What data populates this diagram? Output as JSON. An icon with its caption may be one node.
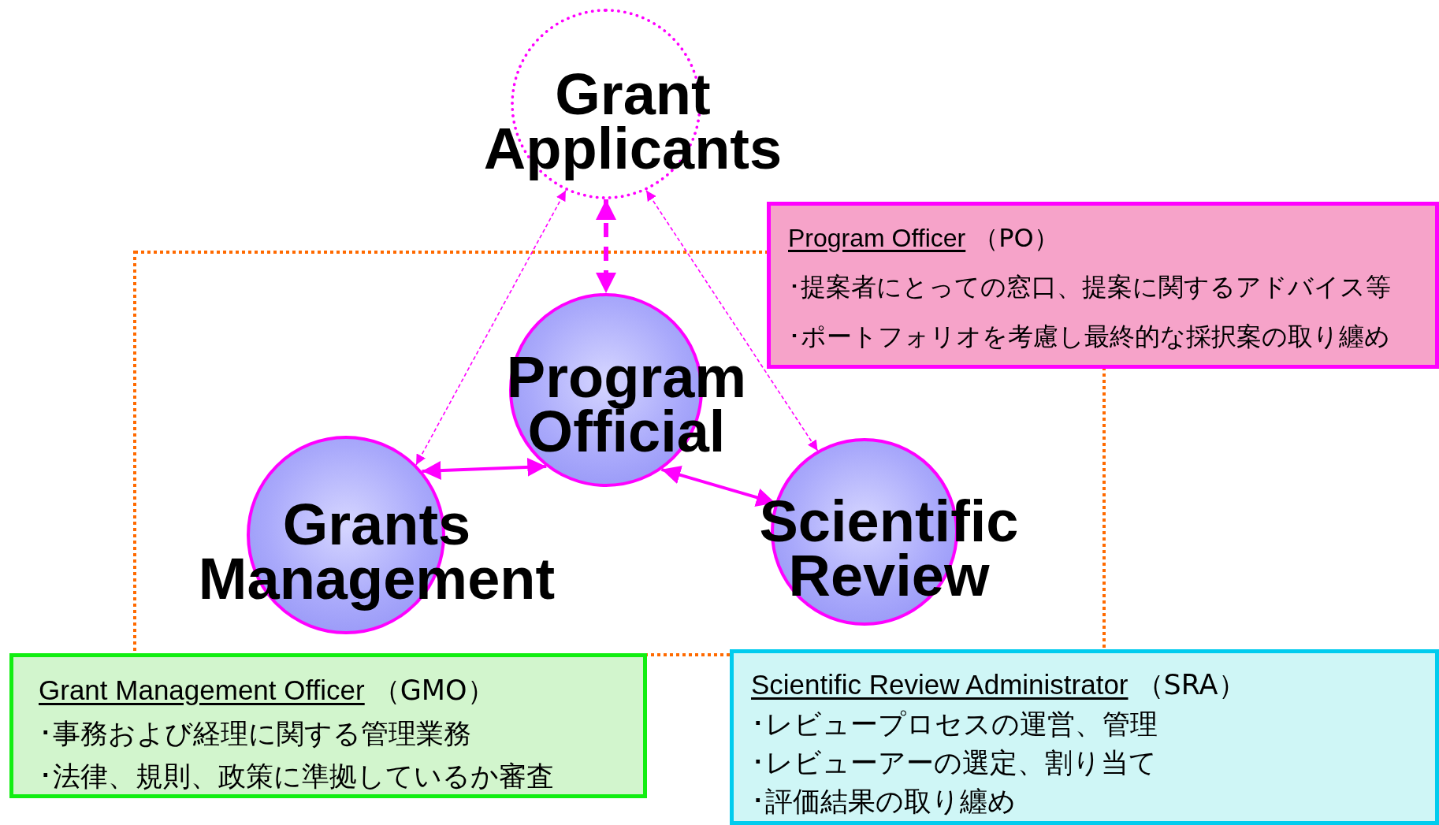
{
  "diagram": {
    "nodes": [
      {
        "text": [
          "Grant Applicants"
        ]
      },
      {
        "text": [
          "Program Officer",
          "（PO）",
          "･提案者にとっての窓口、提案に関するアドバイス等",
          "･ポートフォリオを考慮し最終的な採択案の取り纏め"
        ]
      },
      {
        "text": [
          "Program Official"
        ]
      },
      {
        "text": [
          "Grants Management"
        ]
      },
      {
        "text": [
          "Scientific Review"
        ]
      },
      {
        "text": [
          "Grant Management Officer",
          "（GMO）",
          "･事務および経理に関する管理業務",
          "･法律、規則、政策に準拠しているか審査"
        ]
      },
      {
        "text": [
          "Scientific Review Administrator",
          "（SRA）",
          "･レビュープロセスの運営、管理",
          "･レビューアーの選定、割り当て",
          "･評価結果の取り纏め"
        ]
      }
    ],
    "edges": [
      {
        "from": 0,
        "to": 2,
        "arrow": "both",
        "style": "dashed"
      },
      {
        "from": 3,
        "to": 2,
        "arrow": "both"
      },
      {
        "from": 2,
        "to": 4,
        "arrow": "both"
      },
      {
        "from": 0,
        "to": 3,
        "arrow": "both",
        "style": "dashed"
      },
      {
        "from": 0,
        "to": 4,
        "arrow": "both",
        "style": "dashed"
      }
    ]
  }
}
